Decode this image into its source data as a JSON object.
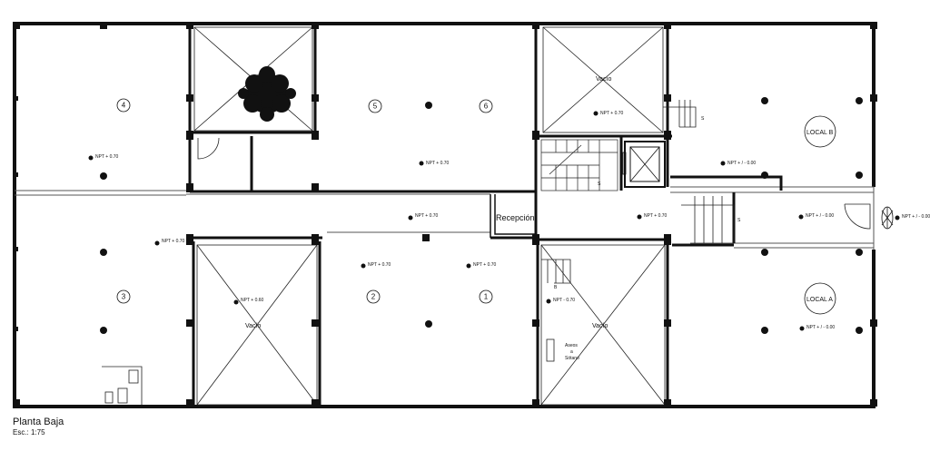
{
  "plan": {
    "title": "Planta Baja",
    "scale": "Esc.: 1:75",
    "reception_label": "Recepción",
    "vacio_label": "Vacío",
    "local_a": "LOCAL A",
    "local_b": "LOCAL B",
    "baths_label": [
      "Aseos",
      "a",
      "Sótano"
    ],
    "levels": {
      "npt_070": "NPT + 0.70",
      "npt_060": "NPT + 0.60",
      "npt_000": "NPT + / - 0.00",
      "npt_neg_070": "NPT - 0.70"
    },
    "circle_numbers": [
      "1",
      "2",
      "3",
      "4",
      "5",
      "6"
    ],
    "stair_marks": [
      "S",
      "S",
      "S",
      "B"
    ],
    "plant_color": "#111111",
    "line_color": "#111111"
  }
}
